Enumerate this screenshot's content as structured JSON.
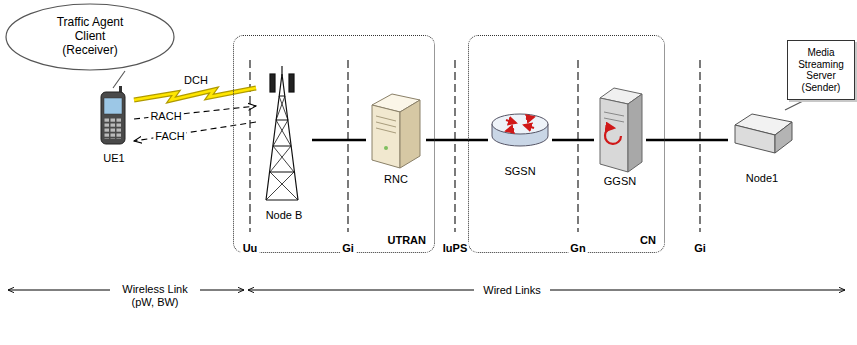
{
  "diagram": {
    "nodes": [
      {
        "text": [
          "Traffic Agent Client (Receiver)"
        ]
      },
      {
        "text": [
          "UE1"
        ]
      },
      {
        "text": [
          "UTRAN"
        ]
      },
      {
        "text": [
          "Node B"
        ],
        "in": 2
      },
      {
        "text": [
          "RNC"
        ],
        "in": 2
      },
      {
        "text": [
          "CN"
        ]
      },
      {
        "text": [
          "SGSN"
        ],
        "in": 5
      },
      {
        "text": [
          "GGSN"
        ],
        "in": 5
      },
      {
        "text": [
          "Node1"
        ]
      },
      {
        "text": [
          "Media Streaming Server (Sender)"
        ]
      }
    ],
    "edges": [
      {
        "from": 0,
        "to": 1,
        "arrow": "none"
      },
      {
        "from": 1,
        "to": 3,
        "arrow": "none",
        "label": "DCH"
      },
      {
        "from": 1,
        "to": 3,
        "arrow": "to",
        "label": "RACH"
      },
      {
        "from": 3,
        "to": 1,
        "arrow": "to",
        "label": "FACH"
      },
      {
        "from": 3,
        "to": 4,
        "arrow": "none"
      },
      {
        "from": 4,
        "to": 6,
        "arrow": "none"
      },
      {
        "from": 6,
        "to": 7,
        "arrow": "none"
      },
      {
        "from": 7,
        "to": 8,
        "arrow": "none"
      },
      {
        "from": 9,
        "to": 8,
        "arrow": "none"
      }
    ],
    "labels": [
      "Uu",
      "Gi",
      "IuPS",
      "Gn",
      "Gi",
      "Wireless Link (pW, BW)",
      "Wired Links"
    ]
  }
}
